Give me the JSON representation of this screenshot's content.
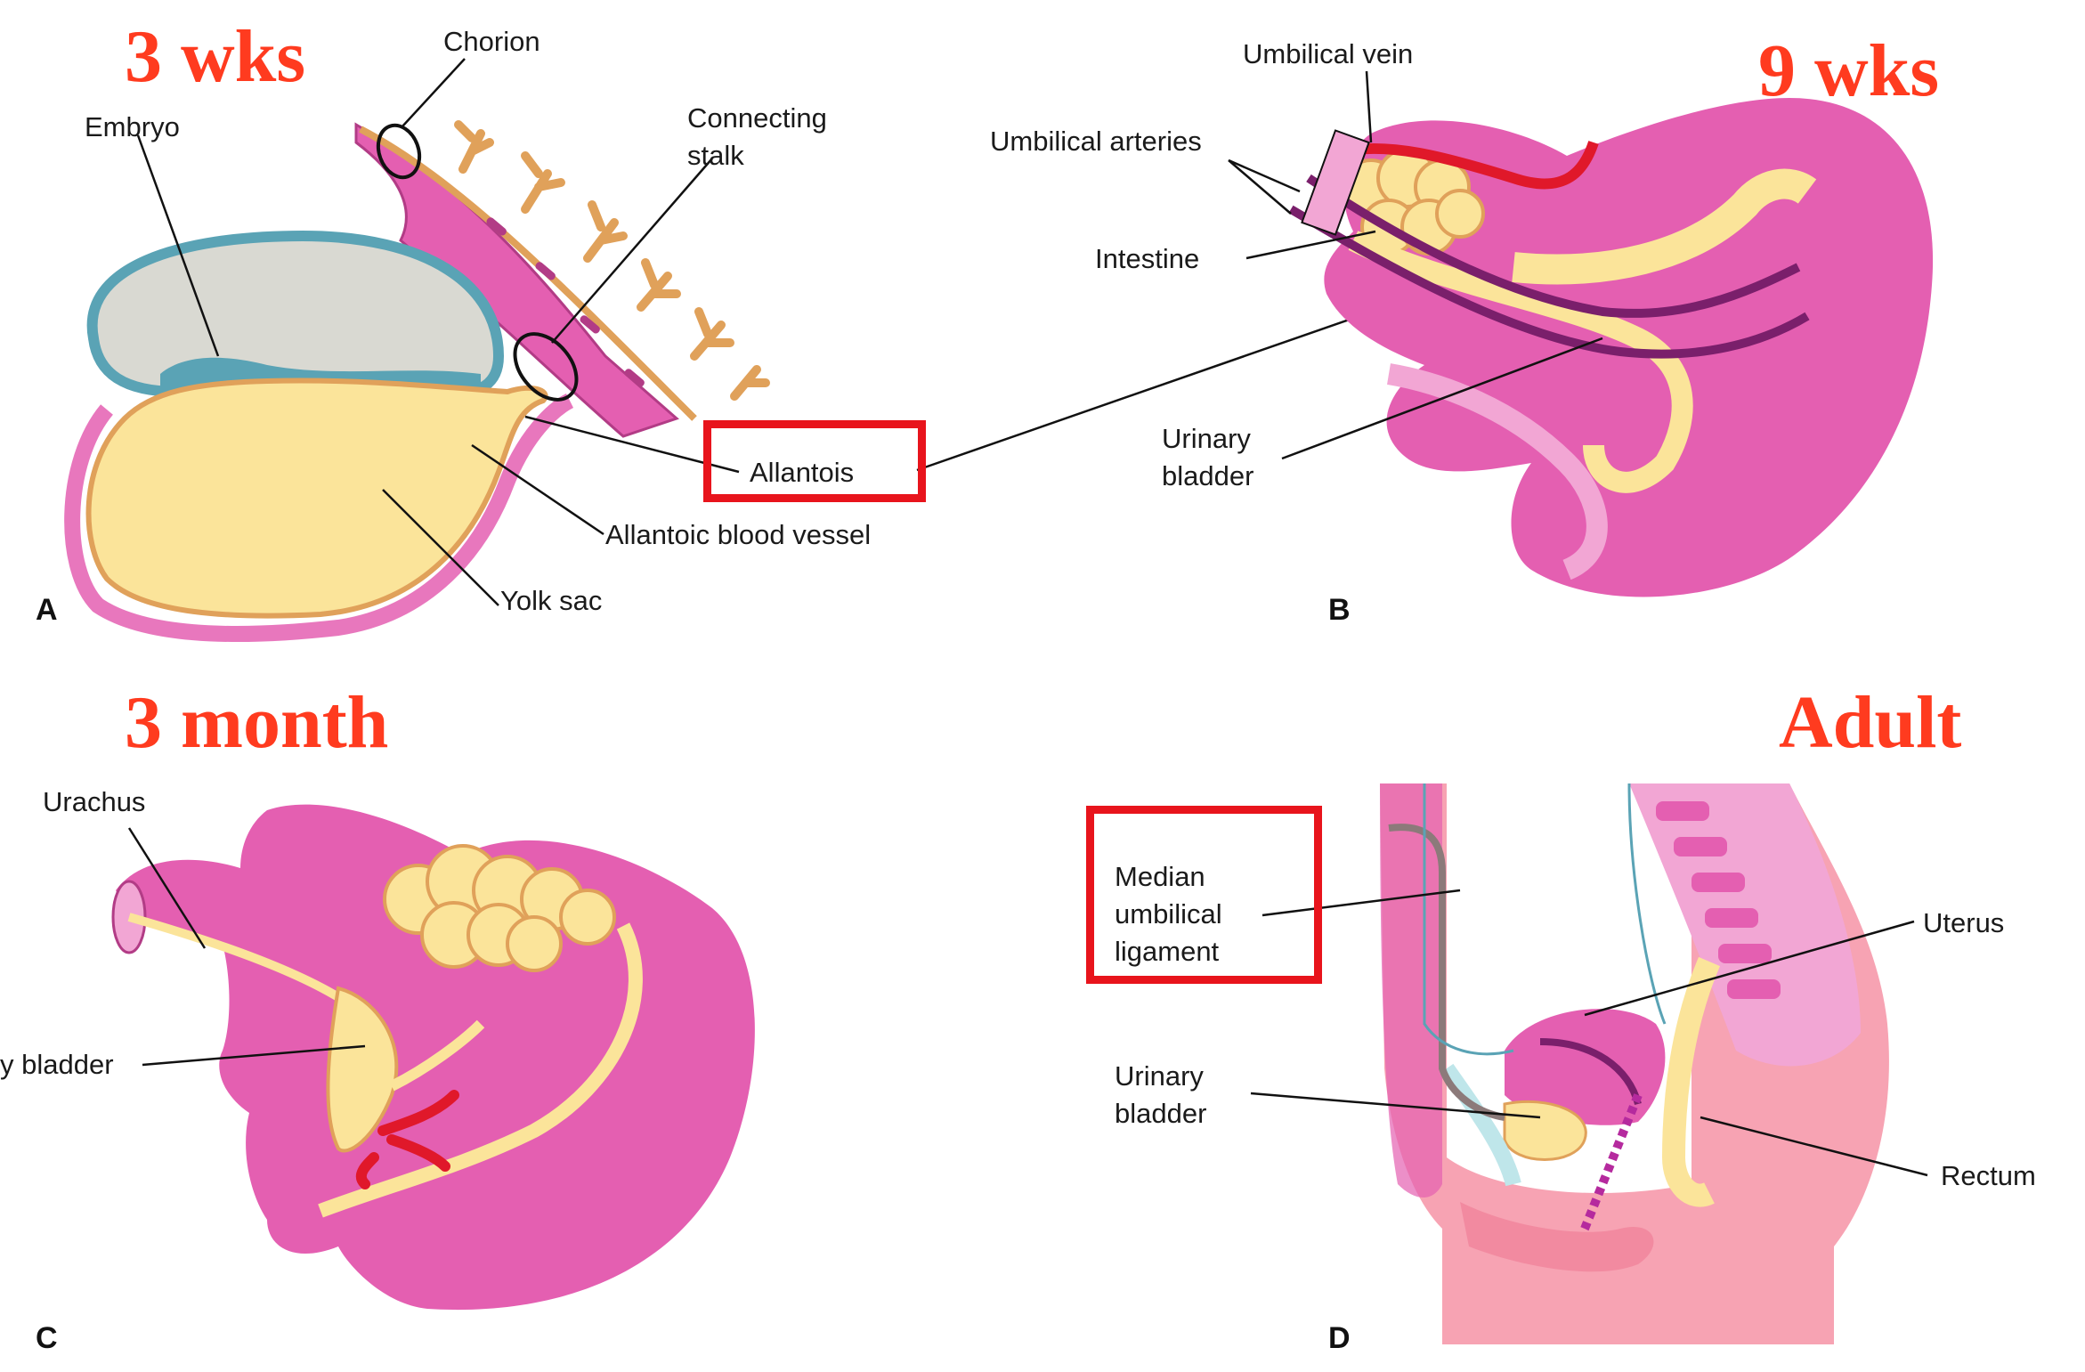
{
  "stages": {
    "a": "3 wks",
    "b": "9 wks",
    "c": "3 month",
    "d": "Adult"
  },
  "panels": {
    "a": {
      "letter": "A",
      "labels": {
        "chorion": "Chorion",
        "embryo": "Embryo",
        "connecting_stalk_1": "Connecting",
        "connecting_stalk_2": "stalk",
        "allantois": "Allantois",
        "allantoic_vessel": "Allantoic blood vessel",
        "yolk_sac": "Yolk sac"
      }
    },
    "b": {
      "letter": "B",
      "labels": {
        "umbilical_vein": "Umbilical vein",
        "umbilical_arteries": "Umbilical arteries",
        "intestine": "Intestine",
        "urinary_bladder_1": "Urinary",
        "urinary_bladder_2": "bladder"
      }
    },
    "c": {
      "letter": "C",
      "labels": {
        "urachus": "Urachus",
        "urinary_bladder": "y bladder"
      }
    },
    "d": {
      "letter": "D",
      "labels": {
        "median_1": "Median",
        "median_2": "umbilical",
        "median_3": "ligament",
        "uterus": "Uterus",
        "urinary_bladder_1": "Urinary",
        "urinary_bladder_2": "bladder",
        "rectum": "Rectum"
      }
    }
  },
  "colors": {
    "tissue_pink": "#e45fb1",
    "tissue_light": "#f2a6d4",
    "yolk": "#fbe49a",
    "amnion_blue": "#5aa3b5",
    "highlight_red": "#e8141c",
    "stage_red": "#ff3b1f",
    "villi_orange": "#e0a15a",
    "artery_purple": "#7a1f6b",
    "vein_red": "#e0182a"
  }
}
